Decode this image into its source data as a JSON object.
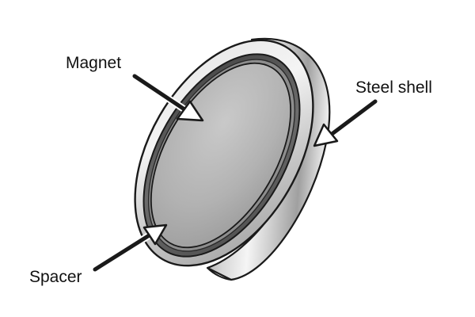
{
  "labels": {
    "magnet": "Magnet",
    "steel_shell": "Steel shell",
    "spacer": "Spacer"
  },
  "colors": {
    "outline": "#1a1a1a",
    "shell_light": "#f2f2f2",
    "shell_mid": "#c4c4c4",
    "shell_dark": "#7c7c7c",
    "magnet_face": "#b3b3b3",
    "spacer_ring": "#5a5a5a"
  }
}
